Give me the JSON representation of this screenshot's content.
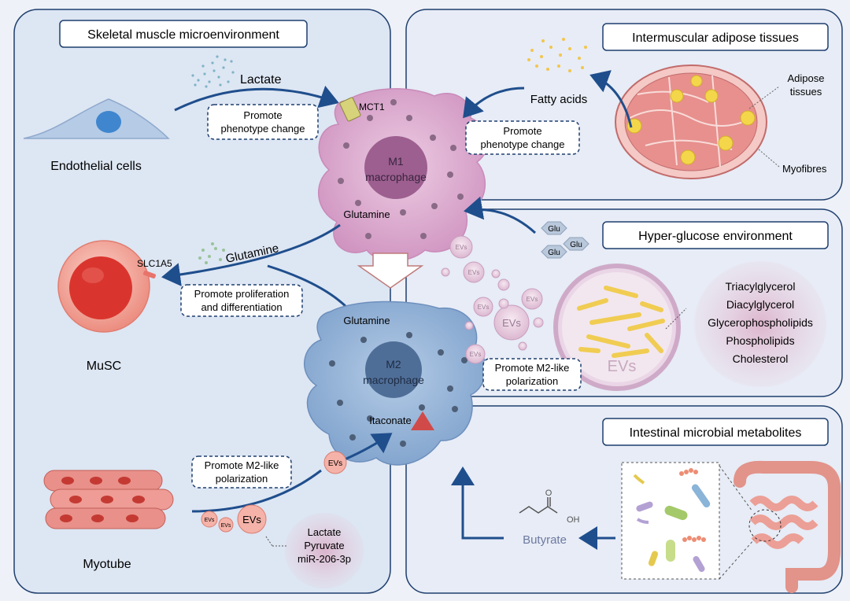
{
  "panels": {
    "skeletal": "Skeletal muscle microenvironment",
    "adipose": "Intermuscular adipose tissues",
    "glucose": "Hyper-glucose environment",
    "microbial": "Intestinal microbial metabolites"
  },
  "cells": {
    "endothelial": "Endothelial cells",
    "musc": "MuSC",
    "myotube": "Myotube"
  },
  "macrophages": {
    "m1_line1": "M1",
    "m1_line2": "macrophage",
    "m2_line1": "M2",
    "m2_line2": "macrophage"
  },
  "labels": {
    "lactate": "Lactate",
    "mct1": "MCT1",
    "glutamine_m1": "Glutamine",
    "glutamine_arrow": "Glutamine",
    "glutamine_m2": "Glutamine",
    "slc1a5": "SLC1A5",
    "itaconate": "Itaconate",
    "fatty_acids": "Fatty acids",
    "adipose_tissues_l1": "Adipose",
    "adipose_tissues_l2": "tissues",
    "myofibres": "Myofibres",
    "glu": "Glu",
    "evs": "EVs",
    "butyrate": "Butyrate",
    "oh": "OH",
    "o": "O"
  },
  "boxes": {
    "promote_phenotype_1_l1": "Promote",
    "promote_phenotype_1_l2": "phenotype change",
    "promote_phenotype_2_l1": "Promote",
    "promote_phenotype_2_l2": "phenotype change",
    "promote_prolif_l1": "Promote proliferation",
    "promote_prolif_l2": "and differentiation",
    "promote_m2_1_l1": "Promote M2-like",
    "promote_m2_1_l2": "polarization",
    "promote_m2_2_l1": "Promote M2-like",
    "promote_m2_2_l2": "polarization"
  },
  "myotube_cargo": [
    "Lactate",
    "Pyruvate",
    "miR-206-3p"
  ],
  "ev_lipids": [
    "Triacylglycerol",
    "Diacylglycerol",
    "Glycerophospholipids",
    "Phospholipids",
    "Cholesterol"
  ],
  "colors": {
    "panel_border": "#1f3f6e",
    "arrow": "#1f4e8c",
    "m1": "#d9a6cc",
    "m2": "#8fb1d6",
    "musc": "#f2a39a",
    "ev": "#e8c6de"
  }
}
